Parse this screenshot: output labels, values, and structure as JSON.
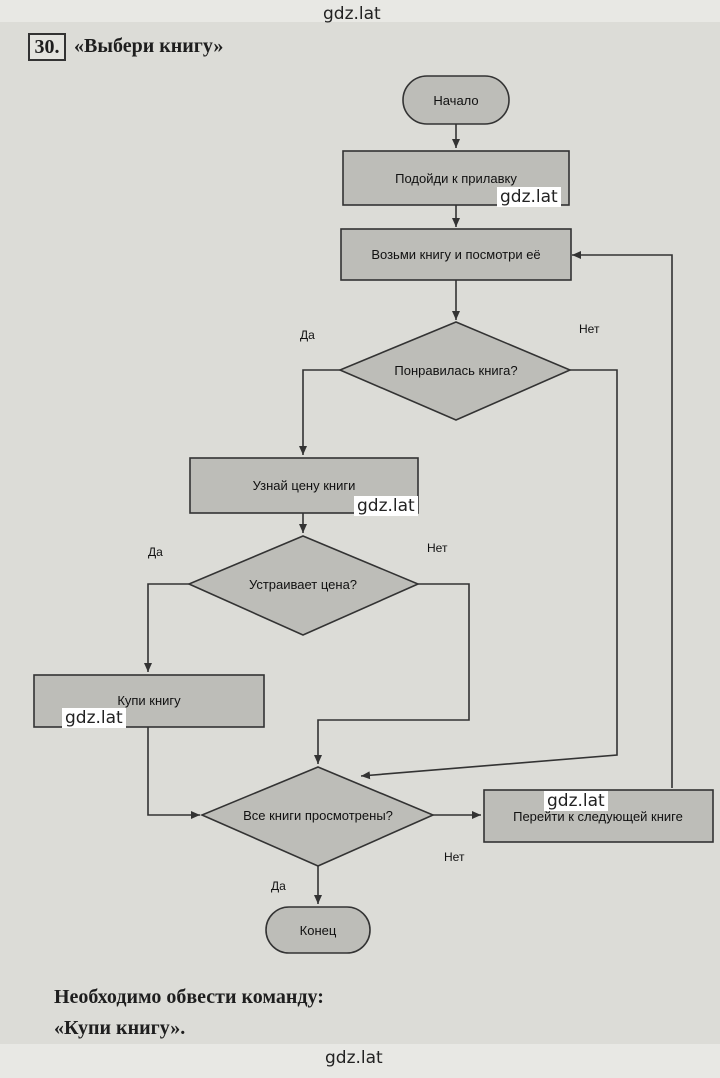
{
  "watermark": "gdz.lat",
  "task": {
    "number": "30.",
    "title": "«Выбери книгу»"
  },
  "flowchart": {
    "nodes": {
      "start": "Начало",
      "approach": "Подойди к прилавку",
      "take_book": "Возьми книгу и посмотри её",
      "liked": "Понравилась книга?",
      "ask_price": "Узнай цену книги",
      "price_ok": "Устраивает цена?",
      "buy": "Купи книгу",
      "all_viewed": "Все книги просмотрены?",
      "next_book": "Перейти к следующей книге",
      "end": "Конец"
    },
    "edges": {
      "liked_yes": "Да",
      "liked_no": "Нет",
      "price_yes": "Да",
      "price_no": "Нет",
      "viewed_yes": "Да",
      "viewed_no": "Нет"
    }
  },
  "answer": {
    "line1": "Необходимо обвести команду:",
    "line2": "«Купи книгу»."
  }
}
